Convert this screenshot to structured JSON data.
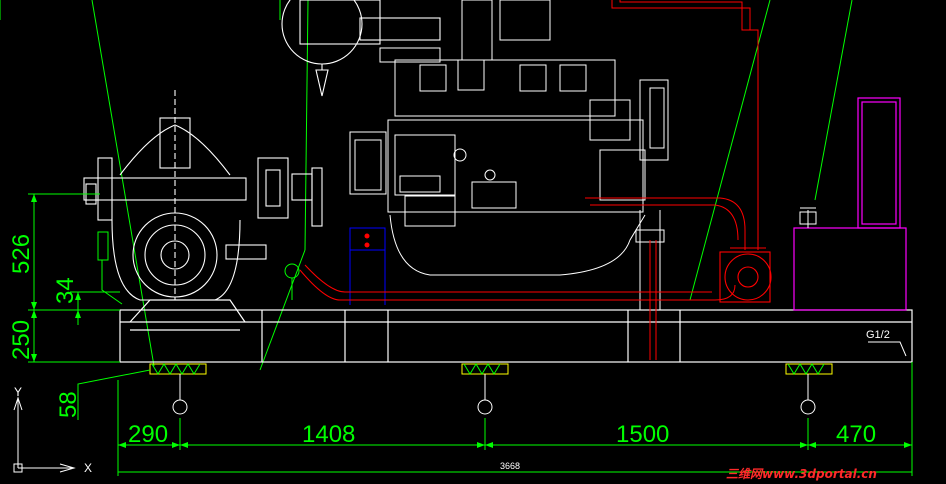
{
  "drawing": {
    "horizontal_dims": [
      "290",
      "1408",
      "1500",
      "470"
    ],
    "overall_length": "3668",
    "vertical_dims": [
      "526",
      "34",
      "250",
      "58"
    ],
    "pipe_thread_label": "G1/2",
    "axis_x": "X",
    "axis_y": "Y",
    "watermark": "三维网www.3dportal.cn"
  },
  "colors": {
    "background": "#000000",
    "dimension": "#00ff00",
    "outline": "#ffffff",
    "pipe": "#ff0000",
    "cabinet": "#ff00ff",
    "bracket": "#0000ff"
  }
}
